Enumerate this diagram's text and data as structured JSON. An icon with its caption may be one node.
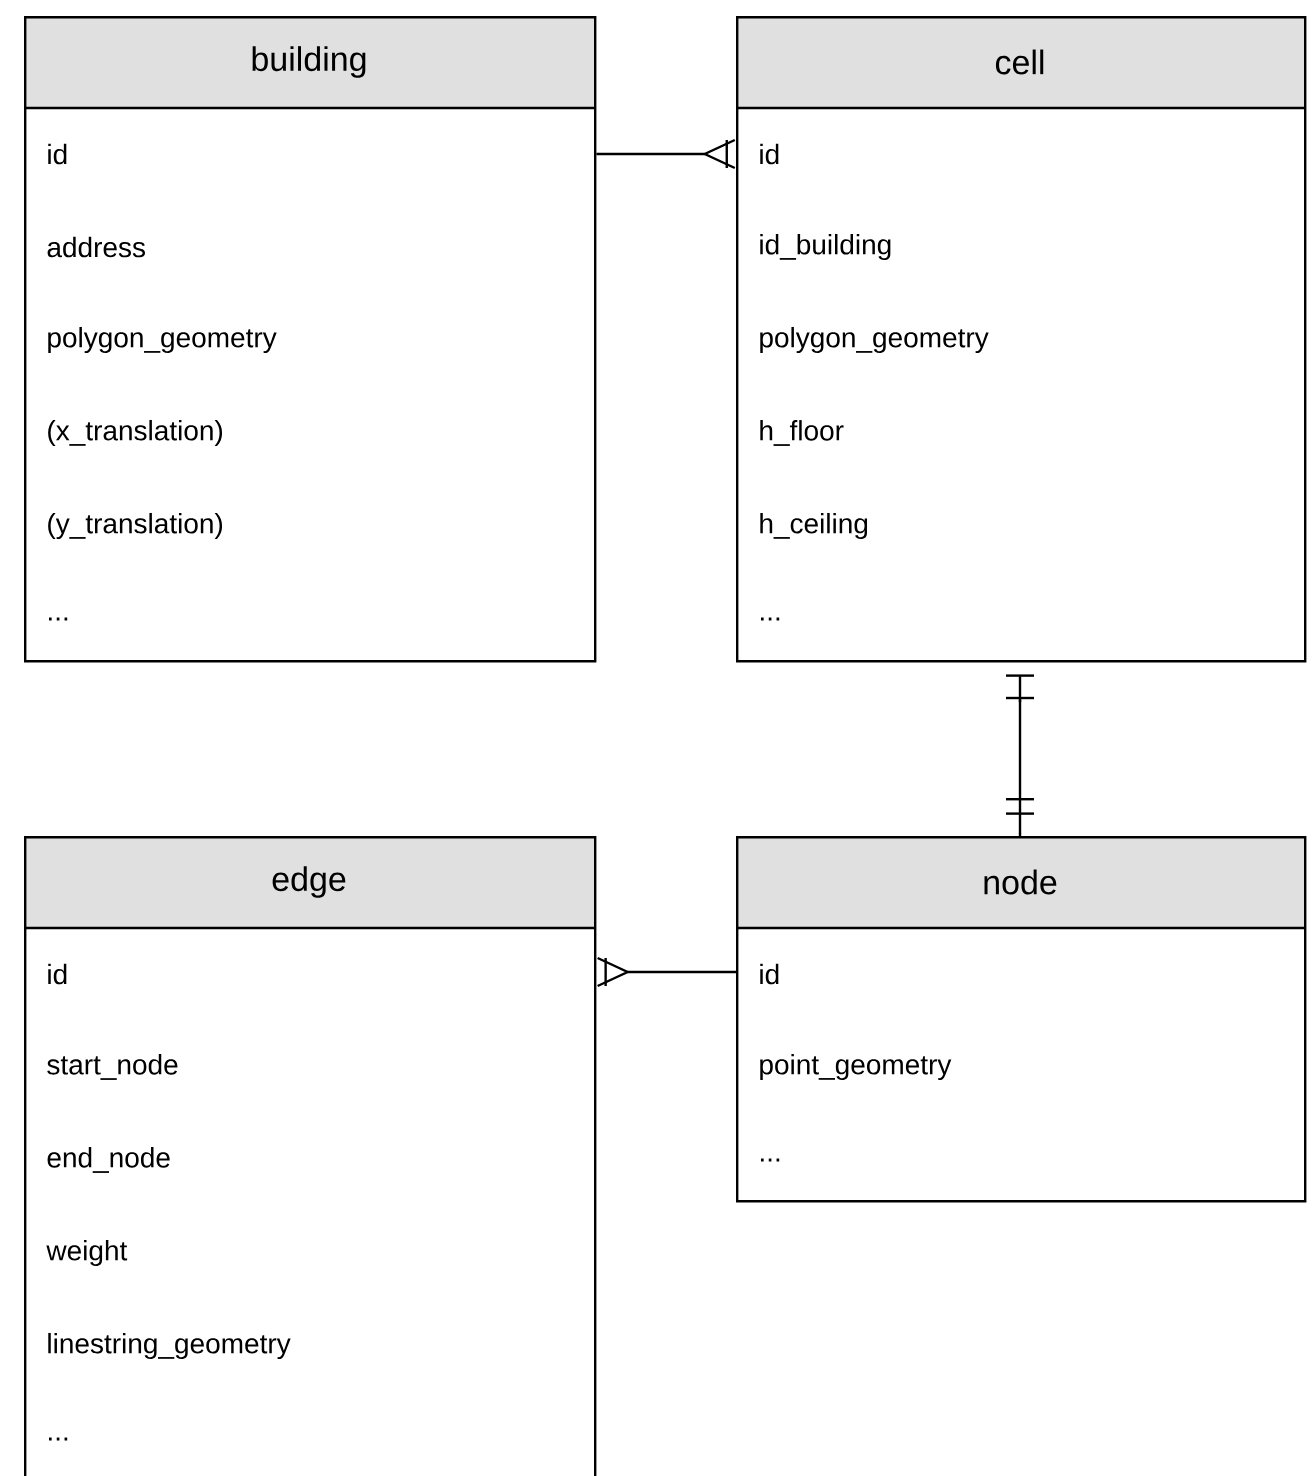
{
  "diagram": {
    "nodes": [
      {
        "text": [
          "building",
          "id",
          "address",
          "polygon_geometry",
          "(x_translation)",
          "(y_translation)",
          "..."
        ]
      },
      {
        "text": [
          "cell",
          "id",
          "id_building",
          "polygon_geometry",
          "h_floor",
          "h_ceiling",
          "..."
        ]
      },
      {
        "text": [
          "edge",
          "id",
          "start_node",
          "end_node",
          "weight",
          "linestring_geometry",
          "..."
        ]
      },
      {
        "text": [
          "node",
          "id",
          "point_geometry",
          "..."
        ]
      }
    ],
    "edges": [
      {
        "from": 0,
        "to": 1,
        "arrow": "other"
      },
      {
        "from": 1,
        "to": 3,
        "arrow": "other"
      },
      {
        "from": 3,
        "to": 2,
        "arrow": "other"
      }
    ]
  }
}
